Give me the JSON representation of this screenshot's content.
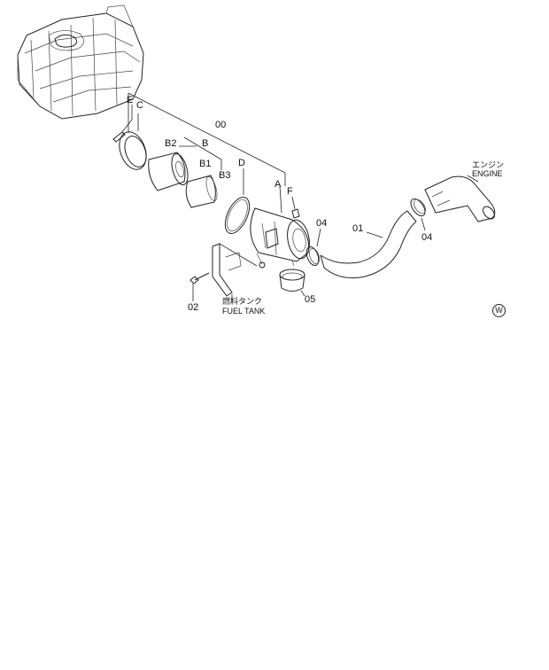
{
  "labels": {
    "assembly": "00",
    "e": "E",
    "c": "C",
    "b2": "B2",
    "b": "B",
    "b1": "B1",
    "b3": "B3",
    "d": "D",
    "a": "A",
    "f": "F",
    "p04a": "04",
    "p01": "01",
    "p04b": "04",
    "p05": "05",
    "p02": "02",
    "engine_jp": "エンジン",
    "engine_en": "ENGINE",
    "fuel_tank_jp": "燃料タンク",
    "fuel_tank_en": "FUEL TANK",
    "w_mark": "W"
  }
}
